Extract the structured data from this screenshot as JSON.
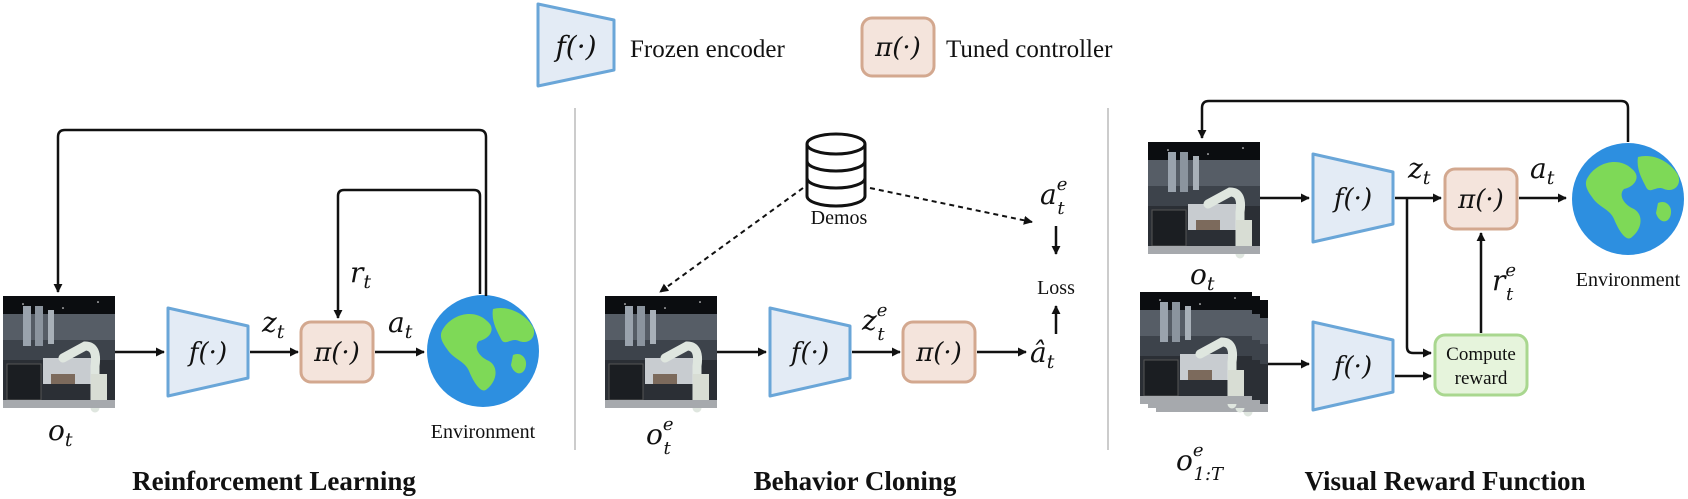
{
  "legend": {
    "encoder_symbol": "f(·)",
    "encoder_label": "Frozen encoder",
    "controller_symbol": "π(·)",
    "controller_label": "Tuned controller"
  },
  "panels": {
    "rl": {
      "title": "Reinforcement Learning",
      "obs_label": "o",
      "obs_sub": "t",
      "encoder": "f(·)",
      "latent": "z",
      "latent_sub": "t",
      "controller": "π(·)",
      "action": "a",
      "action_sub": "t",
      "reward": "r",
      "reward_sub": "t",
      "environment": "Environment"
    },
    "bc": {
      "title": "Behavior Cloning",
      "demos": "Demos",
      "obs_label": "o",
      "obs_sup": "e",
      "obs_sub": "t",
      "encoder": "f(·)",
      "latent": "z",
      "latent_sup": "e",
      "latent_sub": "t",
      "controller": "π(·)",
      "pred_action": "â",
      "pred_action_sub": "t",
      "expert_action": "a",
      "expert_action_sup": "e",
      "expert_action_sub": "t",
      "loss": "Loss"
    },
    "vrf": {
      "title": "Visual Reward Function",
      "obs_label": "o",
      "obs_sub": "t",
      "demo_obs_label": "o",
      "demo_obs_sup": "e",
      "demo_obs_sub": "1:T",
      "encoder_top": "f(·)",
      "encoder_bottom": "f(·)",
      "latent": "z",
      "latent_sub": "t",
      "controller": "π(·)",
      "action": "a",
      "action_sub": "t",
      "reward": "r",
      "reward_sup": "e",
      "reward_sub": "t",
      "compute_line1": "Compute",
      "compute_line2": "reward",
      "environment": "Environment"
    }
  },
  "colors": {
    "encoder_fill": "#e3ebf5",
    "encoder_stroke": "#6aa6d8",
    "controller_fill": "#f4e4dc",
    "controller_stroke": "#d3a88f",
    "reward_fill": "#e6f4dc",
    "reward_stroke": "#a9d78f",
    "ocean": "#2d8fe0",
    "land": "#7ed957",
    "divider": "#cccccc"
  }
}
